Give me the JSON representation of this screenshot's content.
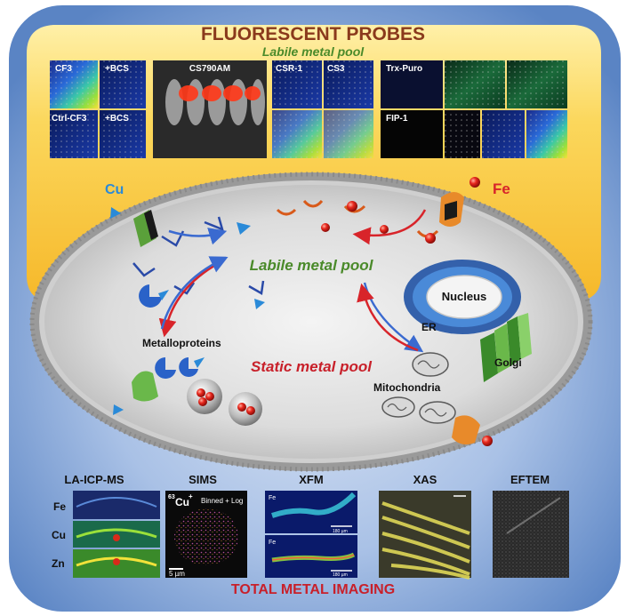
{
  "top": {
    "title": "FLUORESCENT PROBES",
    "subtitle": "Labile metal pool",
    "panels": {
      "cf3": "CF3",
      "cf3_bcs": "+BCS",
      "ctrl_cf3": "Ctrl-CF3",
      "ctrl_bcs": "+BCS",
      "cs790am": "CS790AM",
      "csr1": "CSR-1",
      "cs3": "CS3",
      "trx_puro": "Trx-Puro",
      "fip1": "FIP-1"
    }
  },
  "cell": {
    "cu_label": "Cu",
    "fe_label": "Fe",
    "labile_pool": "Labile metal pool",
    "static_pool": "Static metal pool",
    "metalloproteins": "Metalloproteins",
    "nucleus": "Nucleus",
    "er": "ER",
    "golgi": "Golgi",
    "mitochondria": "Mitochondria"
  },
  "bottom": {
    "title": "TOTAL METAL IMAGING",
    "methods": {
      "la_icp_ms": "LA-ICP-MS",
      "sims": "SIMS",
      "xfm": "XFM",
      "xas": "XAS",
      "eftem": "EFTEM"
    },
    "la_rows": {
      "fe": "Fe",
      "cu": "Cu",
      "zn": "Zn"
    },
    "sims_isotope_mass": "63",
    "sims_isotope_symbol": "Cu",
    "sims_isotope_charge": "+",
    "sims_note": "Binned + Log",
    "sims_scale": "5 µm",
    "xfm_label_a": "Fe",
    "xfm_label_b": "Fe",
    "xfm_scale_a": "180 µm",
    "xfm_scale_b": "180 µm"
  },
  "colors": {
    "title_brown": "#8a3a1c",
    "labile_green": "#4a8a2a",
    "static_red": "#c8202a",
    "cu_blue": "#2a8ad8",
    "fe_red": "#d8242a",
    "frame_blue": "#5a84c4",
    "yellow": "#f9c63a"
  },
  "icons": [
    "copper-transporter-icon",
    "iron-transporter-icon",
    "metalloprotein-icon",
    "iron-ion-icon",
    "copper-ion-icon"
  ]
}
